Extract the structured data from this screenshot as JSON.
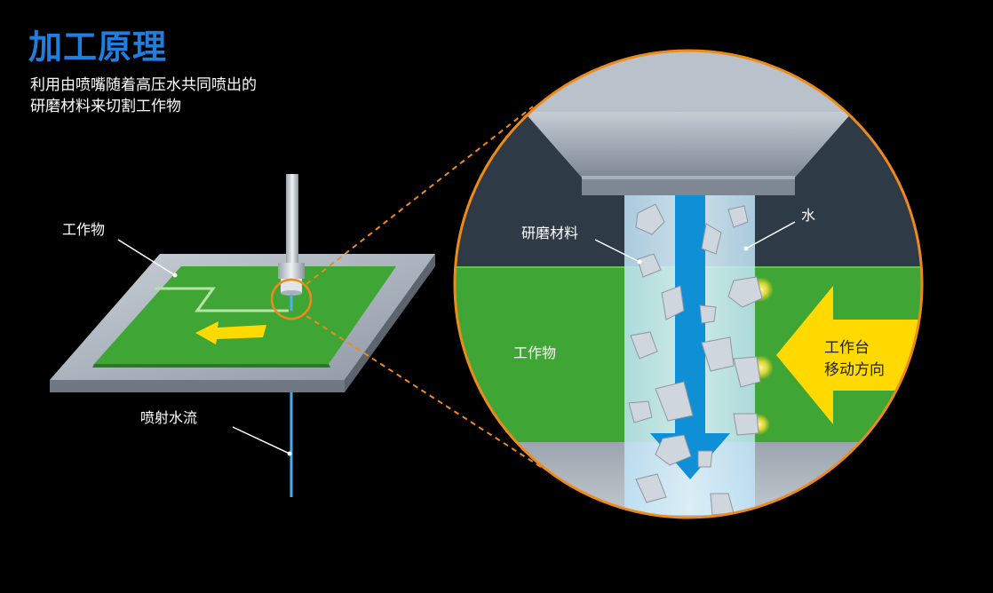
{
  "header": {
    "title": "加工原理",
    "description_line1": "利用由喷嘴随着高压水共同喷出的",
    "description_line2": "研磨材料来切割工作物"
  },
  "left_diagram": {
    "workpiece_label": "工作物",
    "jet_label": "喷射水流"
  },
  "zoom_diagram": {
    "abrasive_label": "研磨材料",
    "water_label": "水",
    "workpiece_label": "工作物",
    "table_move_line1": "工作台",
    "table_move_line2": "移动方向"
  },
  "colors": {
    "title_blue": "#1f7fe0",
    "board_green": "#3fa535",
    "arrow_yellow": "#ffd900",
    "ring_orange": "#ee8a1c",
    "water_blue": "#0e8fd6"
  }
}
